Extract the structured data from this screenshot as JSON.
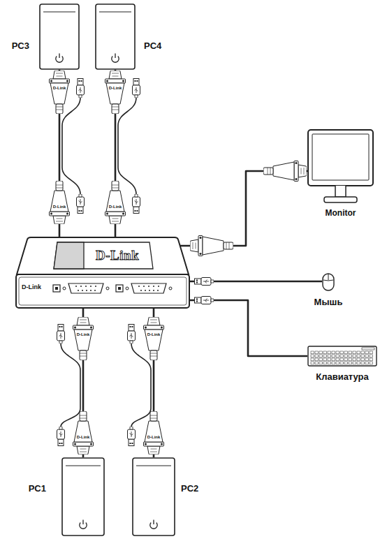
{
  "diagram": {
    "nodes": [
      {
        "text": [
          "PC3"
        ]
      },
      {
        "text": [
          "PC4"
        ]
      },
      {
        "text": [
          "Monitor"
        ]
      },
      {
        "text": [
          "D-Link",
          "D-Link"
        ]
      },
      {
        "text": [
          "Мышь"
        ]
      },
      {
        "text": [
          "Клавиатура"
        ]
      },
      {
        "text": [
          "PC1"
        ]
      },
      {
        "text": [
          "PC2"
        ]
      }
    ],
    "edges": [
      {
        "from": 0,
        "to": 3,
        "arrow": "none"
      },
      {
        "from": 1,
        "to": 3,
        "arrow": "none"
      },
      {
        "from": 3,
        "to": 2,
        "arrow": "none"
      },
      {
        "from": 3,
        "to": 4,
        "arrow": "none"
      },
      {
        "from": 3,
        "to": 5,
        "arrow": "none"
      },
      {
        "from": 6,
        "to": 3,
        "arrow": "none"
      },
      {
        "from": 7,
        "to": 3,
        "arrow": "none"
      }
    ],
    "labels": [
      "D-Link",
      "D-Link",
      "D-Link",
      "D-Link",
      "D-Link",
      "D-Link",
      "D-Link",
      "D-Link"
    ]
  }
}
